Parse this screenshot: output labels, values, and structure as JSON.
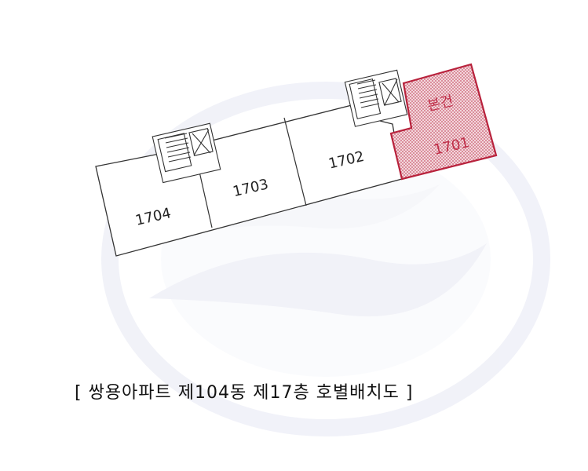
{
  "plan": {
    "units": [
      {
        "id": "1704",
        "label": "1704"
      },
      {
        "id": "1703",
        "label": "1703"
      },
      {
        "id": "1702",
        "label": "1702"
      },
      {
        "id": "1701",
        "label": "1701",
        "tag": "본건"
      }
    ],
    "highlight_color": "#b8223c",
    "line_color": "#333333"
  },
  "caption": "[ 쌍용아파트 제104동 제17층 호별배치도 ]"
}
